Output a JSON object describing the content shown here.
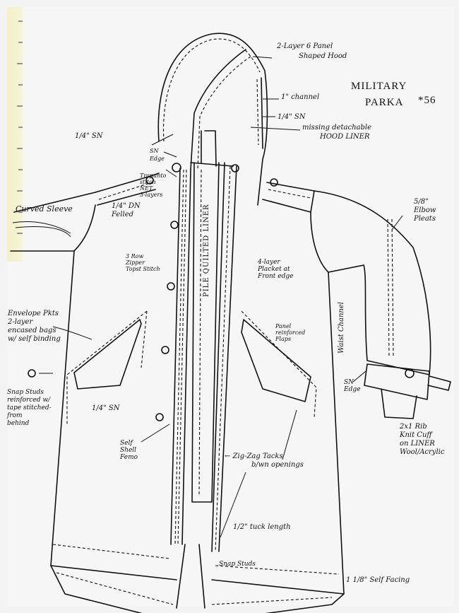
{
  "title": {
    "line1": "MILITARY",
    "line2": "PARKA",
    "number": "*56"
  },
  "annotations": {
    "hood": [
      "2-Layer 6 Panel",
      "Shaped Hood"
    ],
    "channel": "1\" channel",
    "hood_sn": "1/4\" SN",
    "hood_liner": [
      "missing detachable",
      "HOOD LINER"
    ],
    "shoulder_sn": "1/4\" SN",
    "sn_edge_top": [
      "SN",
      "Edge"
    ],
    "trapunto": [
      "Trapunto",
      "stitch",
      "NET",
      "3-layers"
    ],
    "dn_felled": [
      "1/4\" DN",
      "Felled"
    ],
    "curved_sleeve": "Curved Sleeve",
    "elbow": [
      "5/8\"",
      "Elbow",
      "Pleats"
    ],
    "zipper": [
      "3 Row",
      "Zipper",
      "Topst Stitch"
    ],
    "liner": "PILE QUILTED LINER",
    "placket": [
      "4-layer",
      "Placket at",
      "Front edge"
    ],
    "envelope": [
      "Envelope Pkts",
      "2-layer",
      "encased bags",
      "w/ self binding"
    ],
    "flaps": [
      "Panel",
      "reinforced",
      "Flaps"
    ],
    "waist": "Waist Channel",
    "snap_reinforced": [
      "Snap Studs",
      "reinforced w/",
      "tape stitched-",
      "from",
      "behind"
    ],
    "pocket_sn": "1/4\" SN",
    "cuff_sn": [
      "SN",
      "Edge"
    ],
    "rib_cuff": [
      "2x1 Rib",
      "Knit Cuff",
      "on LINER",
      "Wool/Acrylic"
    ],
    "femo": [
      "Self",
      "Shell",
      "Femo"
    ],
    "zigzag": [
      "← Zig-Zag Tacks",
      "b/wn openings"
    ],
    "tuck": "1/2\" tuck length",
    "snap_studs": "Snap Studs",
    "facing": "1 1/8\" Self Facing"
  }
}
